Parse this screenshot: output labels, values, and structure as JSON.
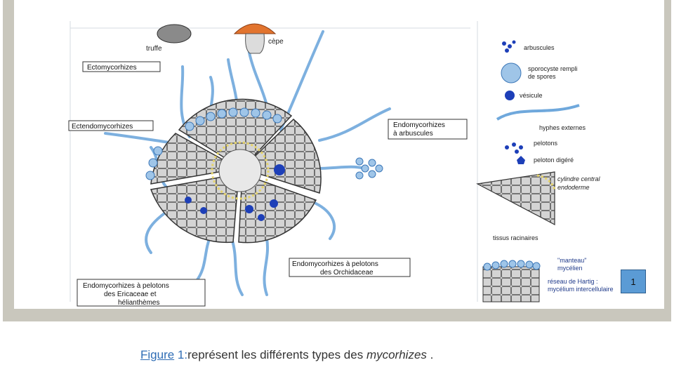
{
  "figure": {
    "badge": "1",
    "caption": {
      "figure_word": "Figure",
      "number": "1:",
      "text": "représent les différents types des ",
      "italic": "mycorhizes",
      "end": " ."
    }
  },
  "labels": {
    "truffe": "truffe",
    "cepe": "cèpe",
    "ecto": "Ectomycorhizes",
    "ectendo": "Ectendomycorhizes",
    "endo_arb_1": "Endomycorhizes",
    "endo_arb_2": "à arbuscules",
    "orch_1": "Endomycorhizes à pelotons",
    "orch_2": "des Orchidaceae",
    "eric_1": "Endomycorhizes à pelotons",
    "eric_2": "des Ericaceae et",
    "eric_3": "hélianthèmes"
  },
  "legend": {
    "arbuscules": "arbuscules",
    "sporocyste_1": "sporocyste rempli",
    "sporocyste_2": "de spores",
    "vesicule": "vésicule",
    "hyphes": "hyphes externes",
    "pelotons": "pelotons",
    "peloton_digere": "peloton digéré",
    "cylindre": "cylindre central",
    "endoderme": "endoderme",
    "tissus": "tissus racinaires",
    "manteau_1": "\"manteau\"",
    "manteau_2": "mycélien",
    "hartig_1": "réseau de Hartig :",
    "hartig_2": "mycélium intercellulaire"
  },
  "colors": {
    "hypha": "#6fa8dc",
    "fungus_dark": "#1d3fb8",
    "cell": "#d9d9d9",
    "frame": "#c9c7bd",
    "caption_accent": "#2f6db5"
  }
}
